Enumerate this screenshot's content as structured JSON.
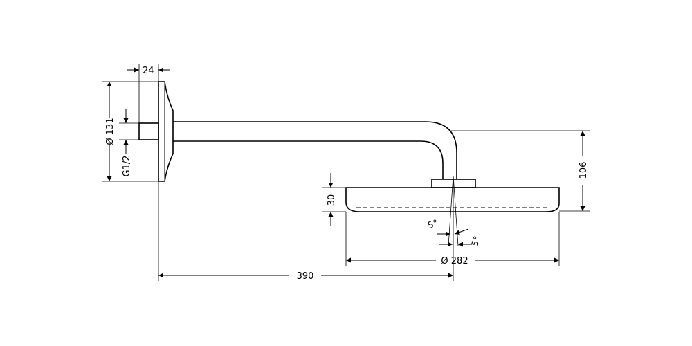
{
  "dimensions": {
    "flange_depth": "24",
    "flange_diameter": "Ø 131",
    "thread": "G1/2",
    "arm_drop": "106",
    "head_height": "30",
    "tilt_left": "5°",
    "tilt_right": "5°",
    "head_diameter": "Ø 282",
    "arm_length": "390"
  }
}
